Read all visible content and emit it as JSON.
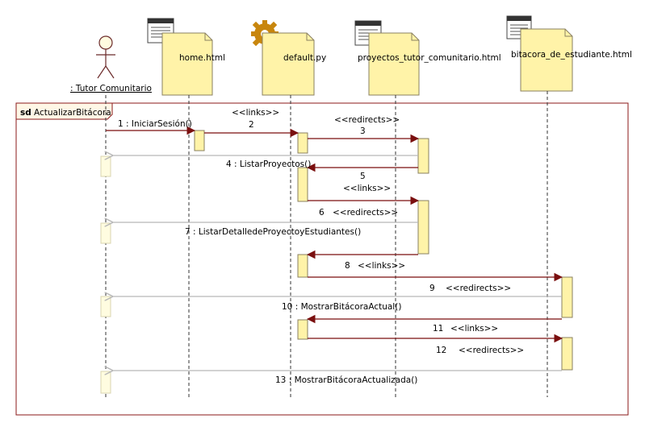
{
  "frame": {
    "keyword": "sd",
    "name": "ActualizarBitácora"
  },
  "participants": [
    {
      "id": "actor",
      "label": ": Tutor Comunitario",
      "icon": "actor-icon"
    },
    {
      "id": "home",
      "label": "home.html",
      "icon": "html-page-icon"
    },
    {
      "id": "default",
      "label": "default.py",
      "icon": "gear-icon"
    },
    {
      "id": "proyectos",
      "label": "proyectos_tutor_comunitario.html",
      "icon": "html-page-icon"
    },
    {
      "id": "bitacora",
      "label": "bitacora_de_estudiante.html",
      "icon": "html-page-icon"
    }
  ],
  "messages": [
    {
      "num": "1 : IniciarSesión()",
      "stereotype": ""
    },
    {
      "num": "2",
      "stereotype": "<<links>>"
    },
    {
      "num": "3",
      "stereotype": "<<redirects>>"
    },
    {
      "num": "4 : ListarProyectos()",
      "stereotype": ""
    },
    {
      "num": "5",
      "stereotype": "<<links>>"
    },
    {
      "num": "6",
      "stereotype": "<<redirects>>"
    },
    {
      "num": "7 : ListarDetalledeProyectoyEstudiantes()",
      "stereotype": ""
    },
    {
      "num": "8",
      "stereotype": "<<links>>"
    },
    {
      "num": "9",
      "stereotype": "<<redirects>>"
    },
    {
      "num": "10 : MostrarBitácoraActual()",
      "stereotype": ""
    },
    {
      "num": "11",
      "stereotype": "<<links>>"
    },
    {
      "num": "12",
      "stereotype": "<<redirects>>"
    },
    {
      "num": "13 : MostrarBitácoraActualizada()",
      "stereotype": ""
    }
  ],
  "colors": {
    "frame": "#8b1a1a",
    "arrow": "#7a0f0f",
    "return_arrow": "#c0c0c0",
    "box_fill": "#fff3a8",
    "box_stroke": "#8a8060",
    "gear": "#c8860d"
  }
}
